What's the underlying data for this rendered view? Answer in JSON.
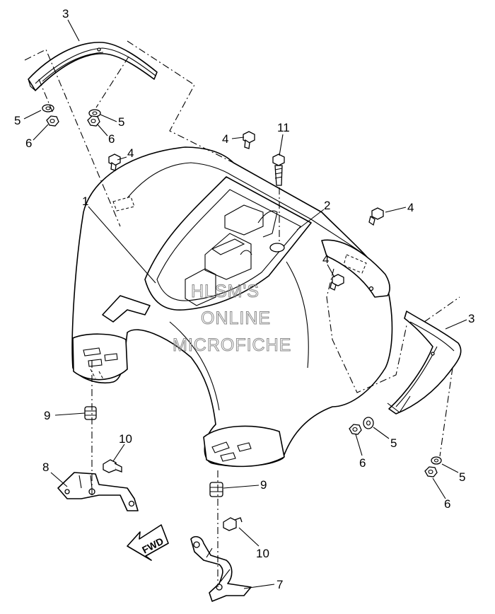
{
  "watermark": {
    "line1": "HLSM'S",
    "line2": "ONLINE",
    "line3": "MICROFICHE"
  },
  "direction_label": "FWD",
  "callouts": [
    {
      "id": "c3a",
      "label": "3"
    },
    {
      "id": "c5a",
      "label": "5"
    },
    {
      "id": "c6a",
      "label": "6"
    },
    {
      "id": "c5b",
      "label": "5"
    },
    {
      "id": "c6b",
      "label": "6"
    },
    {
      "id": "c4a",
      "label": "4"
    },
    {
      "id": "c4b",
      "label": "4"
    },
    {
      "id": "c11",
      "label": "11"
    },
    {
      "id": "c1",
      "label": "1"
    },
    {
      "id": "c2",
      "label": "2"
    },
    {
      "id": "c4c",
      "label": "4"
    },
    {
      "id": "c4d",
      "label": "4"
    },
    {
      "id": "c3b",
      "label": "3"
    },
    {
      "id": "c9a",
      "label": "9"
    },
    {
      "id": "c10a",
      "label": "10"
    },
    {
      "id": "c8",
      "label": "8"
    },
    {
      "id": "c5c",
      "label": "5"
    },
    {
      "id": "c6c",
      "label": "6"
    },
    {
      "id": "c5d",
      "label": "5"
    },
    {
      "id": "c6d",
      "label": "6"
    },
    {
      "id": "c9b",
      "label": "9"
    },
    {
      "id": "c10b",
      "label": "10"
    },
    {
      "id": "c7",
      "label": "7"
    }
  ]
}
